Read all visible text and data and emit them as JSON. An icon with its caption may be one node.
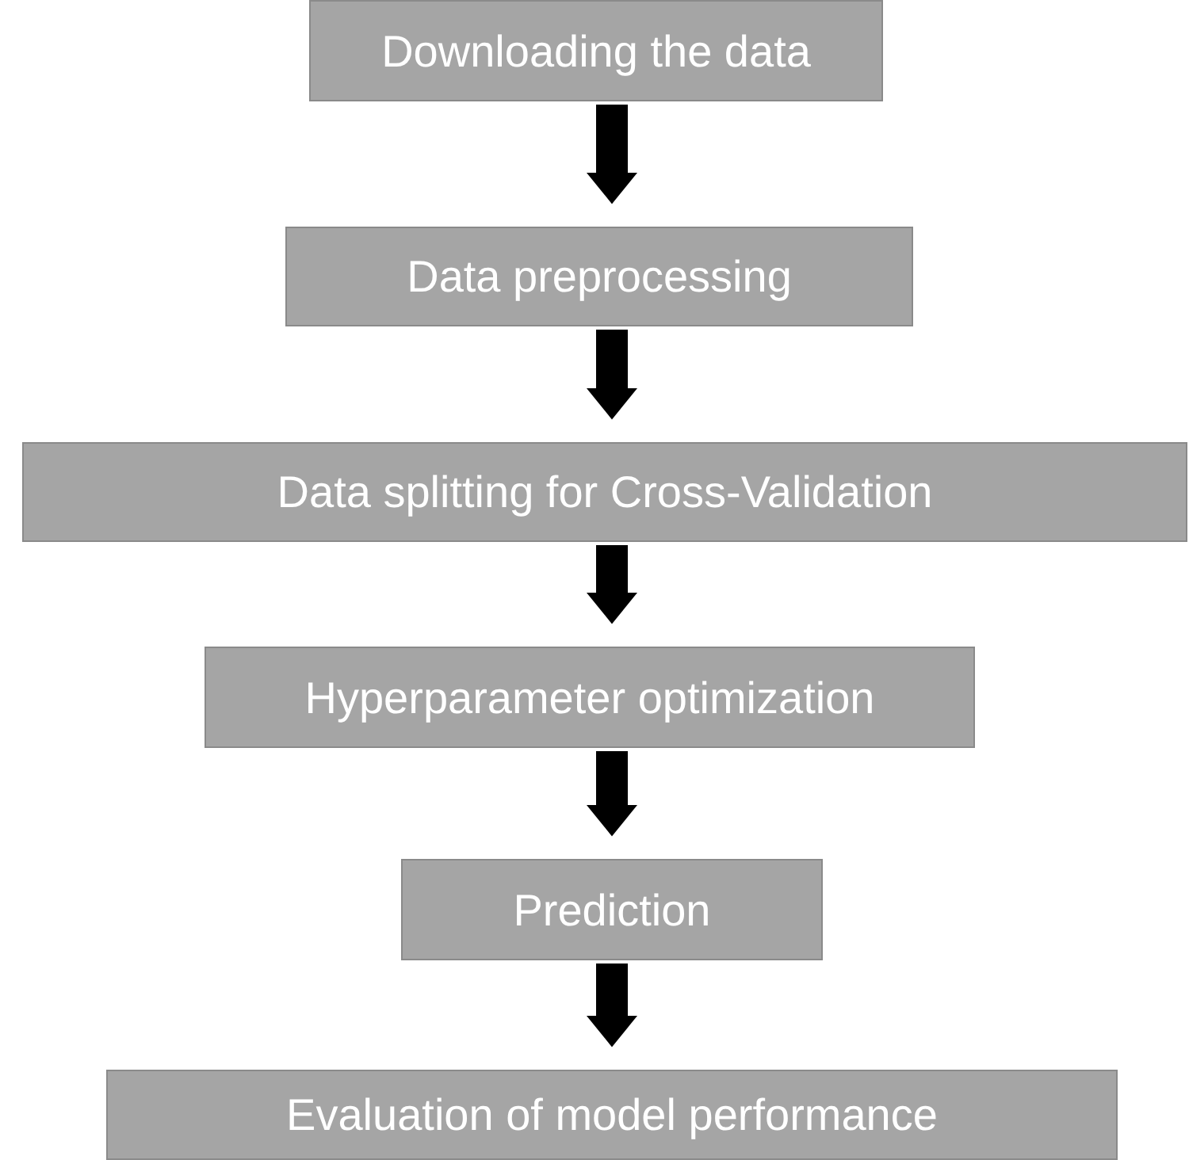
{
  "diagram": {
    "nodes": [
      {
        "text": [
          "Downloading the data"
        ]
      },
      {
        "text": [
          "Data preprocessing"
        ]
      },
      {
        "text": [
          "Data splitting for Cross-Validation"
        ]
      },
      {
        "text": [
          "Hyperparameter optimization"
        ]
      },
      {
        "text": [
          "Prediction"
        ]
      },
      {
        "text": [
          "Evaluation of model performance"
        ]
      }
    ],
    "edges": [
      {
        "from": 0,
        "to": 1,
        "arrow": "to"
      },
      {
        "from": 1,
        "to": 2,
        "arrow": "to"
      },
      {
        "from": 2,
        "to": 3,
        "arrow": "to"
      },
      {
        "from": 3,
        "to": 4,
        "arrow": "to"
      },
      {
        "from": 4,
        "to": 5,
        "arrow": "to"
      }
    ]
  }
}
